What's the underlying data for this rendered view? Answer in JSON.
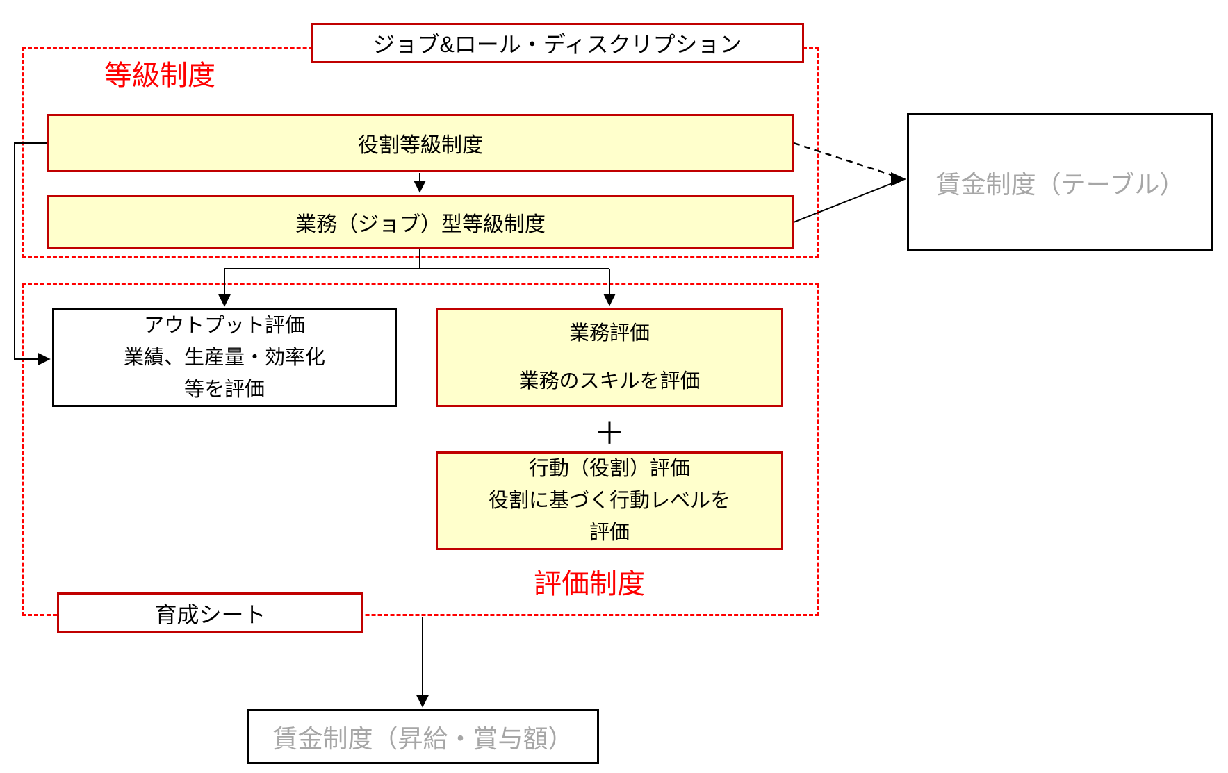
{
  "diagram": {
    "title_box": "ジョブ&ロール・ディスクリプション",
    "grade_section": {
      "label": "等級制度",
      "role_grade_box": "役割等級制度",
      "job_grade_box": "業務（ジョブ）型等級制度"
    },
    "wage_table_box": "賃金制度（テーブル）",
    "eval_section": {
      "label": "評価制度",
      "output_eval_box": {
        "line1": "アウトプット評価",
        "line2": "業績、生産量・効率化",
        "line3": "等を評価"
      },
      "job_eval_box": {
        "line1": "業務評価",
        "line2": "業務のスキルを評価"
      },
      "plus_sign": "＋",
      "behavior_eval_box": {
        "line1": "行動（役割）評価",
        "line2": "役割に基づく行動レベルを",
        "line3": "評価"
      }
    },
    "development_sheet_box": "育成シート",
    "wage_raise_box": "賃金制度（昇給・賞与額）"
  },
  "colors": {
    "yellow_fill": "#FFFFCC",
    "solid_red_border": "#C00000",
    "dashed_red_border": "#FF0000",
    "red_label_text": "#FF0000",
    "gray_text": "#A6A6A6",
    "arrow_black": "#000000"
  }
}
